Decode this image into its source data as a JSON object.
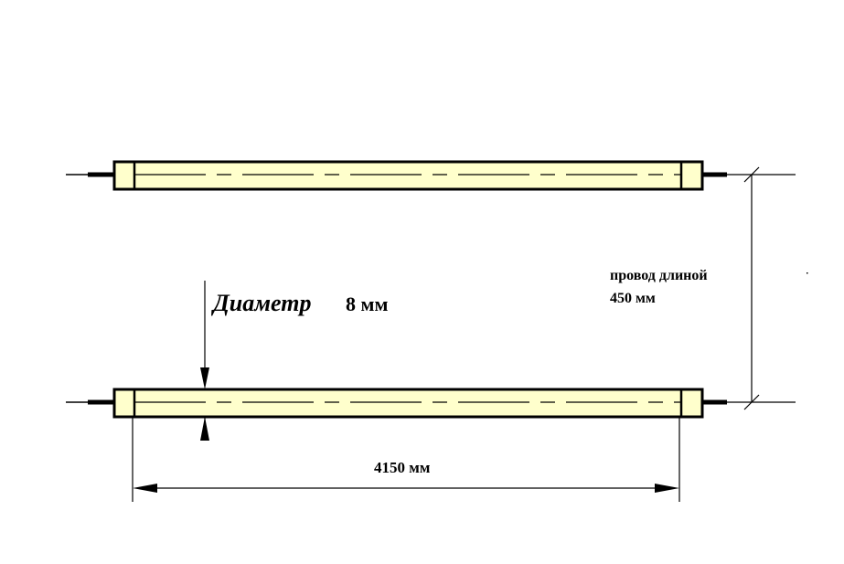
{
  "labels": {
    "diameter_word": "Диаметр",
    "diameter_value": "8 мм",
    "wire_line1": "провод длиной",
    "wire_line2": "450 мм",
    "length": "4150 мм"
  },
  "colors": {
    "tube_fill": "#ffffcc",
    "line": "#000000",
    "background": "#ffffff"
  }
}
